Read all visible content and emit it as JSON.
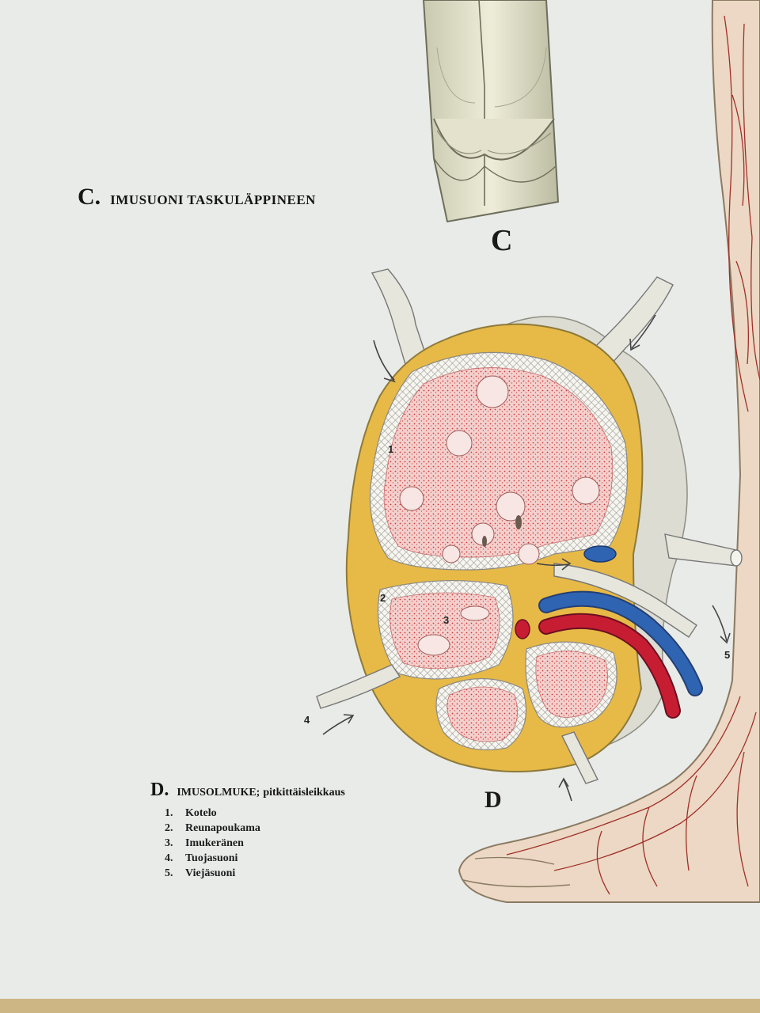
{
  "figure_c": {
    "letter": "C",
    "title": "IMUSUONI TASKULÄPPINEEN",
    "label": "C"
  },
  "figure_d": {
    "letter": "D",
    "title": "IMUSOLMUKE;",
    "subtitle": "pitkittäisleikkaus",
    "label": "D",
    "legend": [
      {
        "num": "1.",
        "text": "Kotelo"
      },
      {
        "num": "2.",
        "text": "Reunapoukama"
      },
      {
        "num": "3.",
        "text": "Imukeränen"
      },
      {
        "num": "4.",
        "text": "Tuojasuoni"
      },
      {
        "num": "5.",
        "text": "Viejäsuoni"
      }
    ],
    "markers": [
      "1",
      "2",
      "3",
      "4",
      "5"
    ]
  },
  "colors": {
    "paper": "#e9ebe8",
    "capsule": "#e7b947",
    "tissue": "#f2c5c3",
    "tissue_dots": "#cc3a3a",
    "artery": "#c71d33",
    "vein": "#2f64b3",
    "vessel_wall": "#d9d8c4",
    "skin": "#ecd8c4",
    "skin_veins": "#9c2a2a",
    "frame": "#cdb683"
  }
}
